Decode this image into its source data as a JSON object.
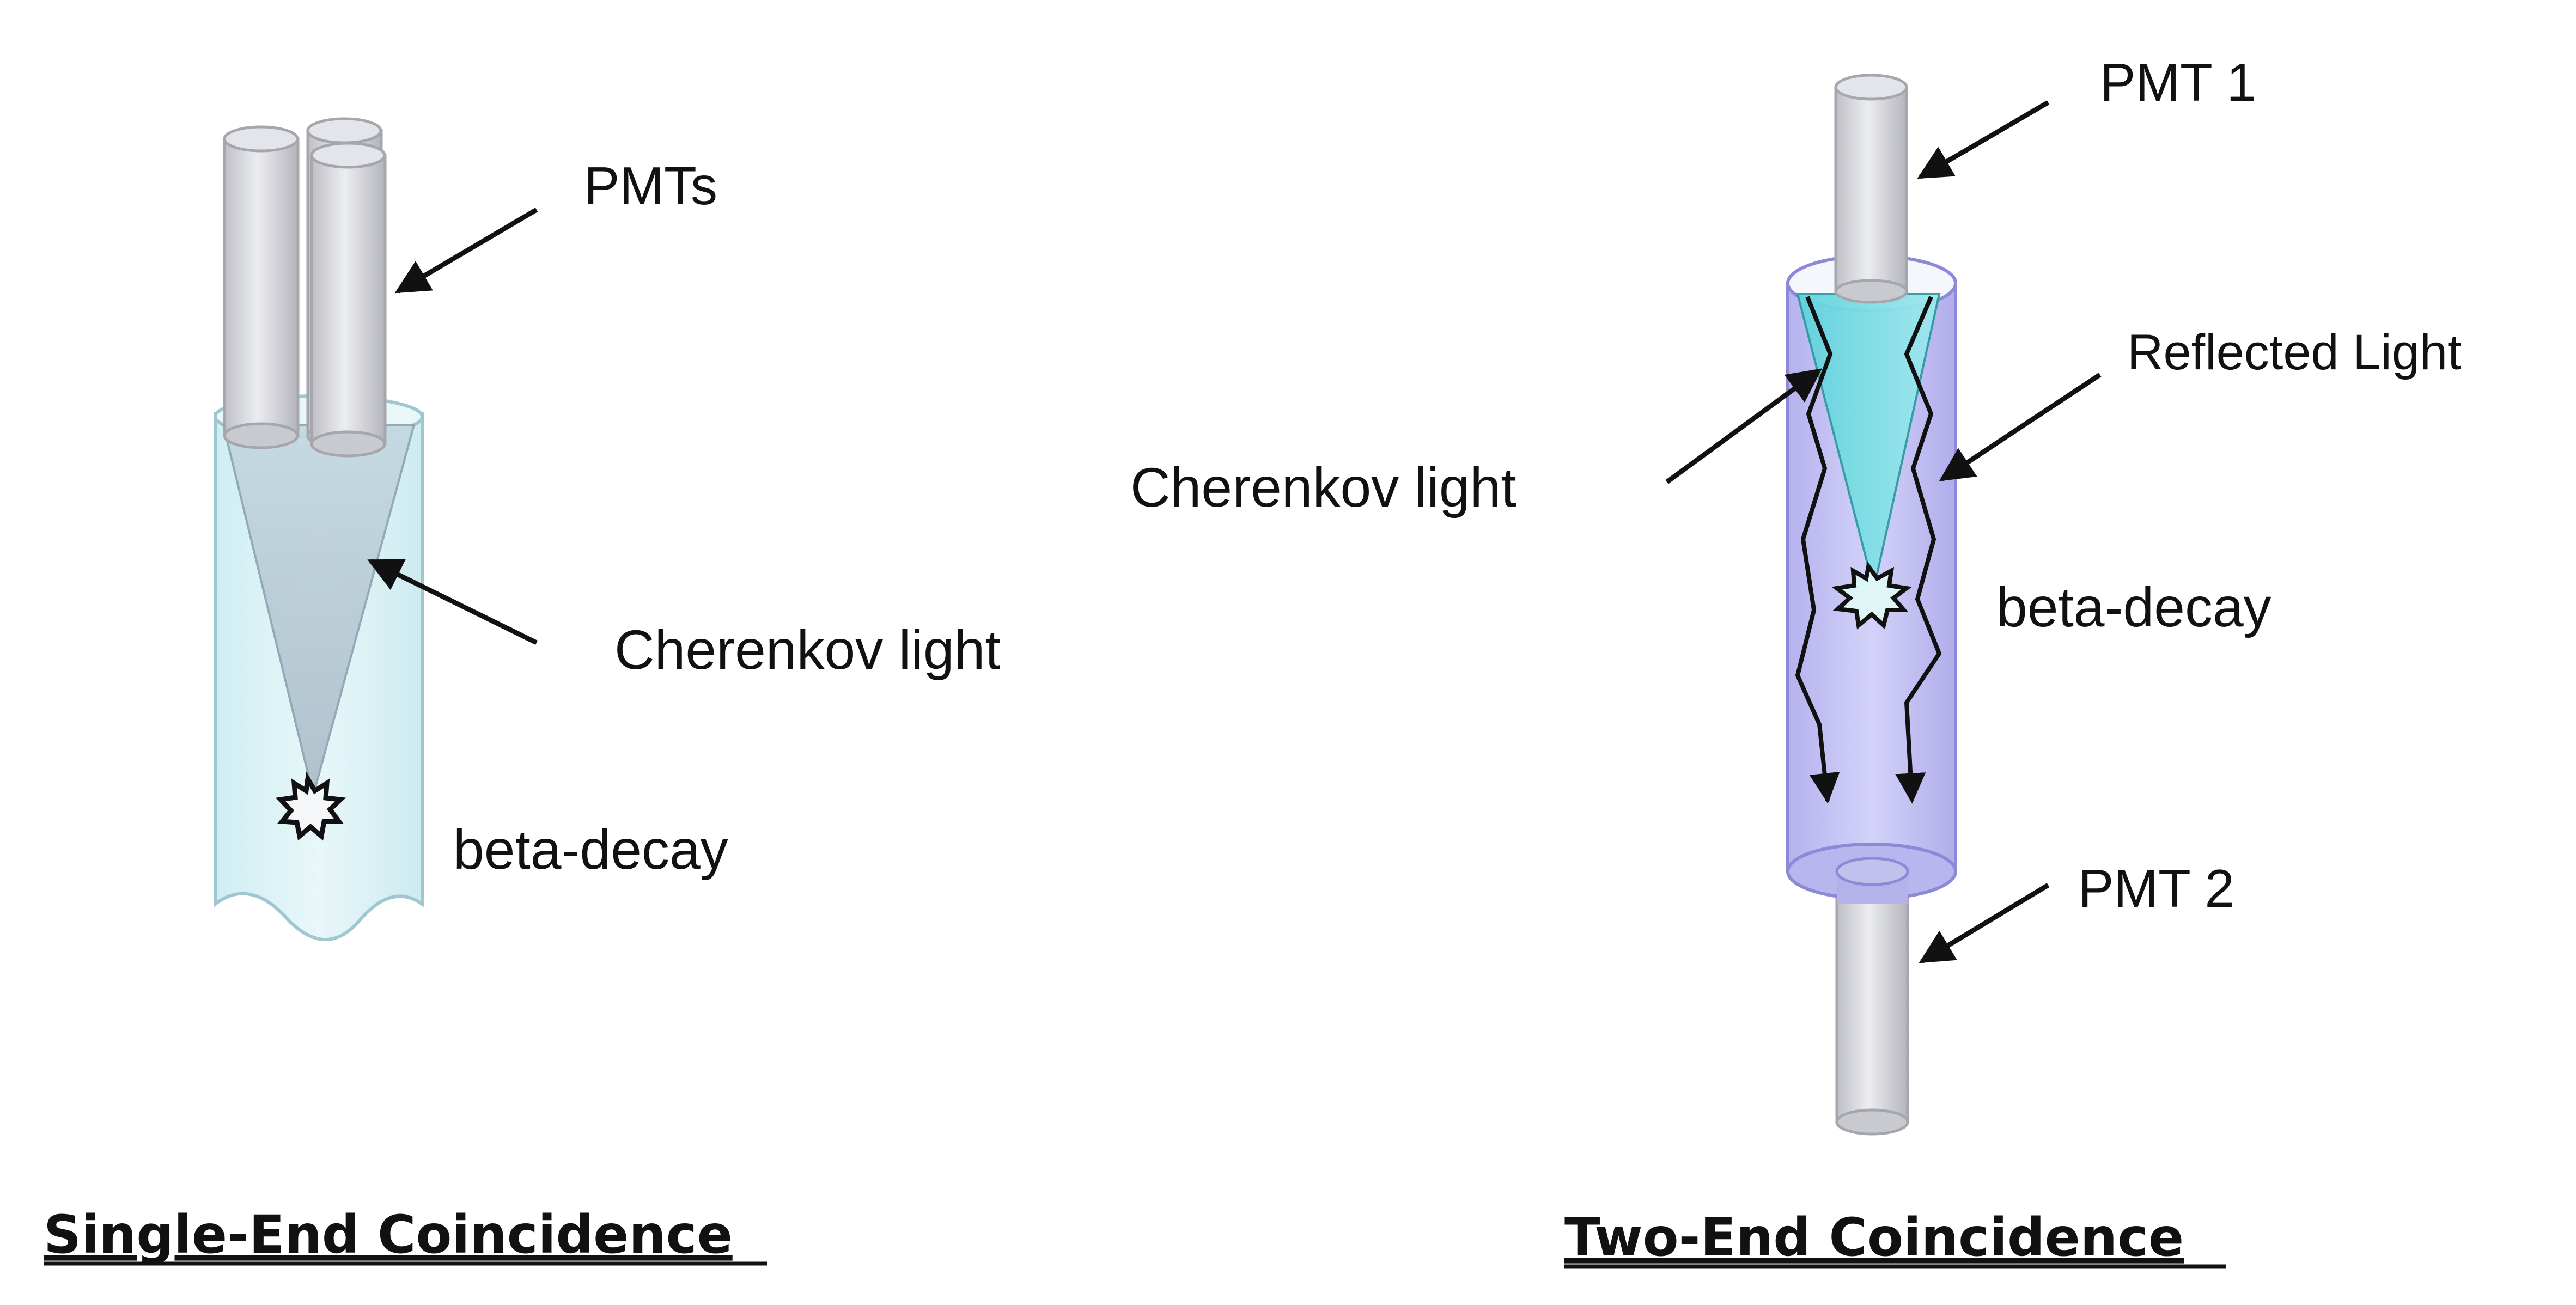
{
  "left_panel": {
    "pmts_label": "PMTs",
    "cherenkov_label": "Cherenkov light",
    "decay_label": "beta-decay",
    "caption": "Single-End Coincidence"
  },
  "right_panel": {
    "pmt1_label": "PMT 1",
    "reflected_label": "Reflected Light",
    "cherenkov_label": "Cherenkov light",
    "decay_label": "beta-decay",
    "pmt2_label": "PMT 2",
    "caption": "Two-End Coincidence"
  },
  "colors": {
    "pmt_gray": "#d9d9de",
    "water_left": "#dff3f6",
    "cone_left": "#c8e7ee",
    "tube_right": "#c9c8f4",
    "cone_right": "#79dfe6",
    "arrow": "#111111"
  }
}
